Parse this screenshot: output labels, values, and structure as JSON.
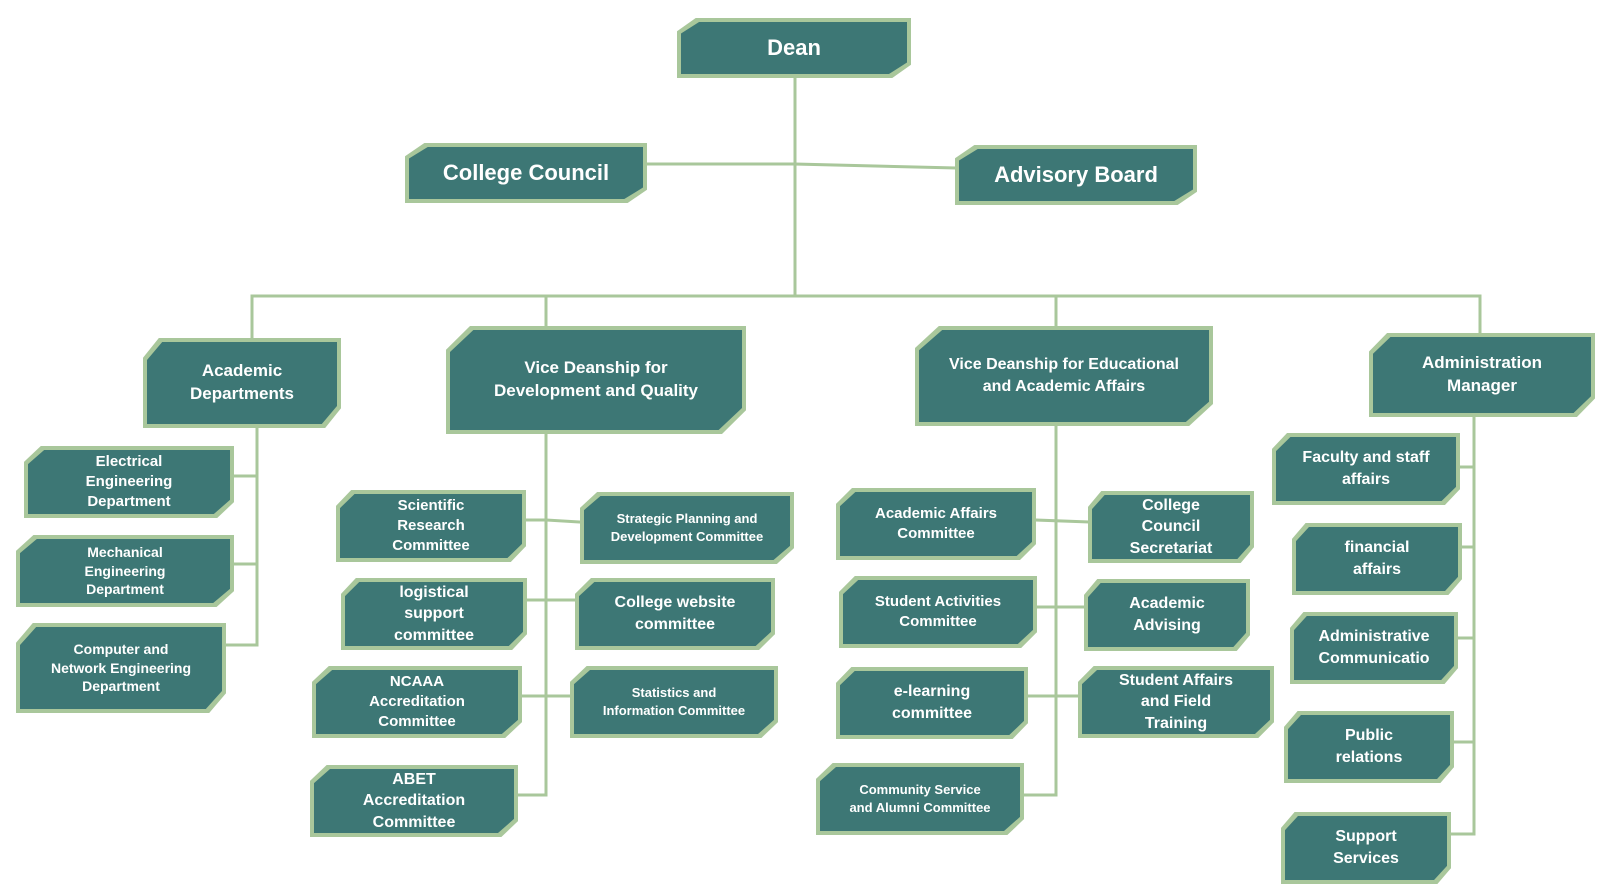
{
  "colors": {
    "box_fill": "#3d7775",
    "box_border": "#a9c79b",
    "connector": "#a9c79b",
    "text": "#ffffff"
  },
  "nodes": {
    "dean": "Dean",
    "college_council": "College Council",
    "advisory_board": "Advisory Board",
    "academic_departments": "Academic Departments",
    "vd_development": "Vice Deanship for Development and Quality",
    "vd_educational": "Vice Deanship for Educational and Academic Affairs",
    "admin_manager": "Administration Manager",
    "ee_dept": "Electrical Engineering Department",
    "me_dept": "Mechanical Engineering Department",
    "cne_dept": "Computer and Network Engineering Department",
    "scientific_research": "Scientific Research Committee",
    "logistical_support": "logistical support committee",
    "ncaaa": "NCAAA Accreditation Committee",
    "abet": "ABET Accreditation Committee",
    "strategic_planning": "Strategic Planning and Development Committee",
    "college_website": "College website committee",
    "statistics_info": "Statistics and Information Committee",
    "academic_affairs_comm": "Academic Affairs Committee",
    "student_activities": "Student Activities Committee",
    "elearning": "e-learning committee",
    "community_service": "Community Service and Alumni Committee",
    "council_secretariat": "College Council Secretariat",
    "academic_advising": "Academic Advising",
    "student_affairs_training": "Student Affairs and Field Training",
    "faculty_staff": "Faculty and staff affairs",
    "financial": "financial affairs",
    "admin_comm": "Administrative Communicatio",
    "public_relations": "Public relations",
    "support_services": "Support Services"
  }
}
